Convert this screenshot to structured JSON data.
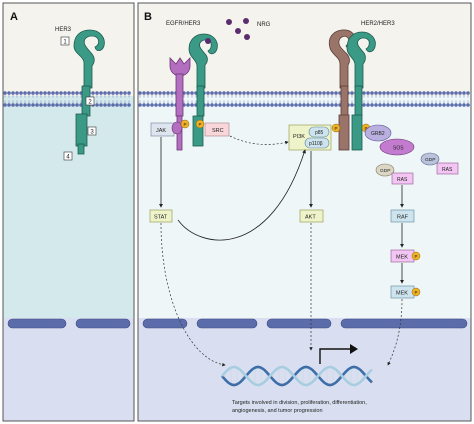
{
  "panels": {
    "a_label": "A",
    "b_label": "B"
  },
  "panel_a": {
    "receptor_label": "HER3",
    "domain_numbers": [
      "1",
      "2",
      "3",
      "4"
    ]
  },
  "panel_b": {
    "egfr_her3_label": "EGFR/HER3",
    "nrg_label": "NRG",
    "her2_her3_label": "HER2/HER3",
    "jak": "JAK",
    "src": "SRC",
    "stat": "STAT",
    "pi3k": "PI3K",
    "p85": "p85",
    "p110": "p110β",
    "akt": "AKT",
    "grb2": "GRB2",
    "sos": "SOS",
    "gdp1": "GDP",
    "gdp2": "GDP",
    "ras1": "RAS",
    "ras2": "RAS",
    "raf": "RAF",
    "mek1": "MEK",
    "mek2": "MEK",
    "phospho": "P",
    "targets_line1": "Targets involved in division, proliferation, differentiation,",
    "targets_line2": "angiogenesis, and tumor progression"
  },
  "colors": {
    "her3": "#3a9a86",
    "egfr": "#b46ec0",
    "her2": "#9a7469",
    "membrane": "#5b6cab",
    "phospho": "#f0b323",
    "nucleus": "#d9dff0",
    "cytoplasm": "#eef6f8",
    "extracellular": "#f4f3ee"
  }
}
